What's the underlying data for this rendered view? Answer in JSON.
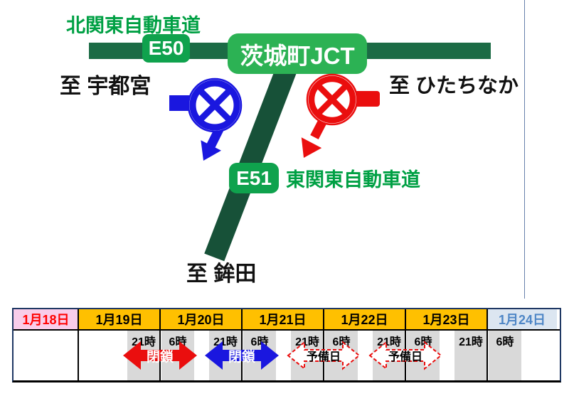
{
  "diagram": {
    "north_road_label": "北関東自動車道",
    "e50_badge": "E50",
    "junction_badge": "茨城町JCT",
    "dest_west": "至 宇都宮",
    "dest_east": "至 ひたちなか",
    "e51_badge": "E51",
    "east_road_label": "東関東自動車道",
    "dest_south": "至 鉾田",
    "icons": [
      "road-closed-sign-blue",
      "road-closed-sign-red"
    ],
    "colors": {
      "road_dark_green": "#1B6B45",
      "ramp_dark_green": "#175138",
      "badge_green": "#0FA24D",
      "junction_badge_green": "#2CB254",
      "label_green": "#00A044",
      "closure_blue": "#1A17DF",
      "closure_red": "#EA0E0E"
    }
  },
  "schedule": {
    "days": [
      {
        "label": "1月18日",
        "bg": "#F9CDEA",
        "fg": "#FF0000"
      },
      {
        "label": "1月19日",
        "bg": "#FFC000",
        "fg": "#000000"
      },
      {
        "label": "1月20日",
        "bg": "#FFC000",
        "fg": "#000000"
      },
      {
        "label": "1月21日",
        "bg": "#FFC000",
        "fg": "#000000"
      },
      {
        "label": "1月22日",
        "bg": "#FFC000",
        "fg": "#000000"
      },
      {
        "label": "1月23日",
        "bg": "#FFC000",
        "fg": "#000000"
      },
      {
        "label": "1月24日",
        "bg": "#DCE6F1",
        "fg": "#4E86C6"
      }
    ],
    "time_labels": [
      "21時",
      "6時",
      "21時",
      "6時",
      "21時",
      "6時",
      "21時",
      "6時",
      "21時",
      "6時"
    ],
    "events": [
      {
        "label": "閉鎖",
        "variant": "solid-red",
        "span": "1月19日 21時〜1月20日 6時"
      },
      {
        "label": "閉鎖",
        "variant": "solid-blue",
        "span": "1月20日 21時〜1月21日 6時"
      },
      {
        "label": "予備日",
        "variant": "dashed-red",
        "span": "1月21日 21時〜1月22日 6時"
      },
      {
        "label": "予備日",
        "variant": "dashed-red",
        "span": "1月22日 21時〜1月23日 6時"
      }
    ],
    "colors": {
      "header_orange": "#FFC000",
      "header_pink": "#F9CDEA",
      "header_lightblue": "#DCE6F1",
      "gray_band": "#D9D9D9"
    }
  }
}
